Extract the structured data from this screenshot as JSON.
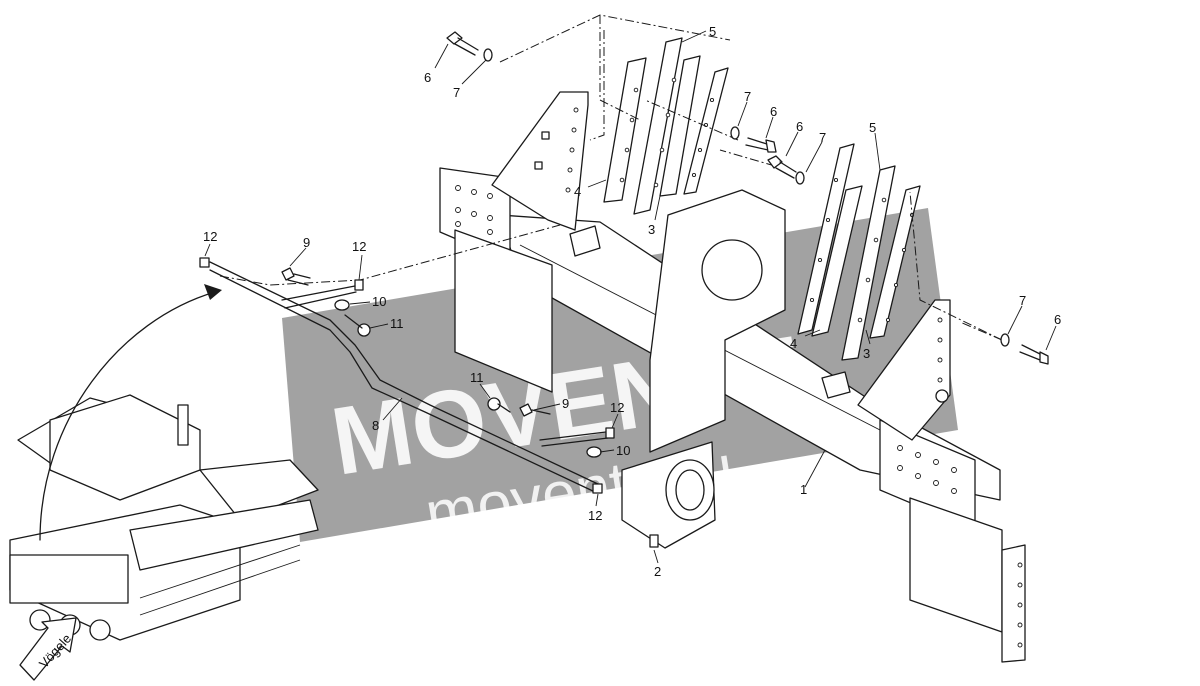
{
  "diagram": {
    "callouts": [
      {
        "id": "c1",
        "label": "1"
      },
      {
        "id": "c2",
        "label": "2"
      },
      {
        "id": "c3a",
        "label": "3"
      },
      {
        "id": "c3b",
        "label": "3"
      },
      {
        "id": "c4a",
        "label": "4"
      },
      {
        "id": "c4b",
        "label": "4"
      },
      {
        "id": "c5a",
        "label": "5"
      },
      {
        "id": "c5b",
        "label": "5"
      },
      {
        "id": "c6a",
        "label": "6"
      },
      {
        "id": "c6b",
        "label": "6"
      },
      {
        "id": "c6c",
        "label": "6"
      },
      {
        "id": "c6d",
        "label": "6"
      },
      {
        "id": "c7a",
        "label": "7"
      },
      {
        "id": "c7b",
        "label": "7"
      },
      {
        "id": "c7c",
        "label": "7"
      },
      {
        "id": "c7d",
        "label": "7"
      },
      {
        "id": "c8",
        "label": "8"
      },
      {
        "id": "c9a",
        "label": "9"
      },
      {
        "id": "c9b",
        "label": "9"
      },
      {
        "id": "c10a",
        "label": "10"
      },
      {
        "id": "c10b",
        "label": "10"
      },
      {
        "id": "c11a",
        "label": "11"
      },
      {
        "id": "c11b",
        "label": "11"
      },
      {
        "id": "c12a",
        "label": "12"
      },
      {
        "id": "c12b",
        "label": "12"
      },
      {
        "id": "c12c",
        "label": "12"
      },
      {
        "id": "c12d",
        "label": "12"
      }
    ],
    "watermark": {
      "brand": "MOVENTE",
      "url": "movente.ru",
      "color": "#8e8e8e"
    },
    "direction_arrow_label": "Vögele",
    "colors": {
      "line": "#1a1a1a",
      "background": "#ffffff",
      "watermark": "#8e8e8e"
    }
  }
}
